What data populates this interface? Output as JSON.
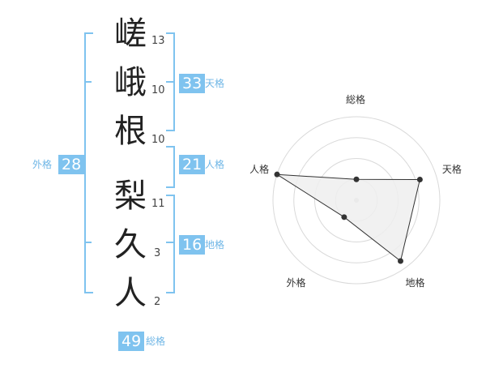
{
  "name": {
    "chars": [
      {
        "char": "嵯",
        "strokes": "13"
      },
      {
        "char": "峨",
        "strokes": "10"
      },
      {
        "char": "根",
        "strokes": "10"
      },
      {
        "char": "梨",
        "strokes": "11"
      },
      {
        "char": "久",
        "strokes": "3"
      },
      {
        "char": "人",
        "strokes": "2"
      }
    ]
  },
  "fortunes": {
    "tenkaku": {
      "label": "天格",
      "value": "33"
    },
    "jinkaku": {
      "label": "人格",
      "value": "21"
    },
    "chikaku": {
      "label": "地格",
      "value": "16"
    },
    "gaikaku": {
      "label": "外格",
      "value": "28"
    },
    "soukaku": {
      "label": "総格",
      "value": "49"
    }
  },
  "chart_data": {
    "type": "radar",
    "axes": [
      "総格",
      "天格",
      "地格",
      "外格",
      "人格"
    ],
    "values": [
      0.25,
      0.8,
      0.9,
      0.25,
      1.0
    ],
    "range": [
      0,
      1
    ],
    "rings": 4,
    "colors": {
      "fill": "#efefef",
      "line": "#333333",
      "grid": "#d9d9d9",
      "accent": "#7fc3ef"
    }
  }
}
